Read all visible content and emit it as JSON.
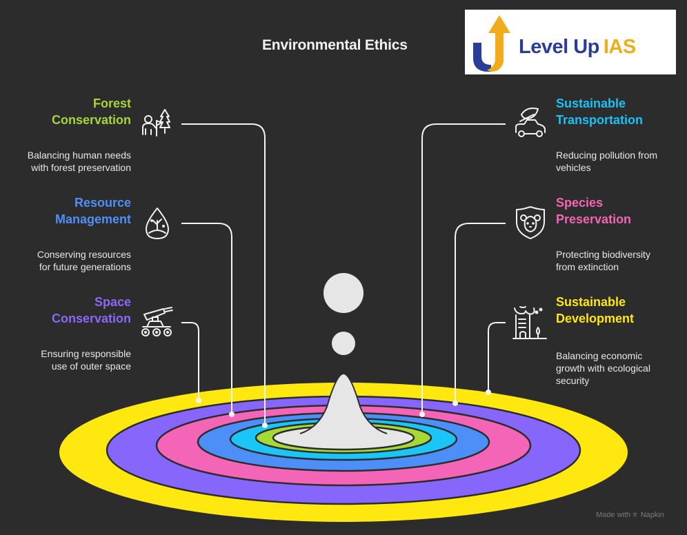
{
  "title": "Environmental Ethics",
  "logo": {
    "text_main": "Level Up",
    "text_accent": "IAS",
    "colors": {
      "blue": "#2a3e97",
      "gold": "#f0ac1b"
    }
  },
  "items_left": [
    {
      "title_line1": "Forest",
      "title_line2": "Conservation",
      "desc_line1": "Balancing human needs",
      "desc_line2": "with forest preservation",
      "icon": "person-with-tree-icon",
      "color": "#a5d63a"
    },
    {
      "title_line1": "Resource",
      "title_line2": "Management",
      "desc_line1": "Conserving resources",
      "desc_line2": "for future generations",
      "icon": "water-drop-plant-icon",
      "color": "#4f8ff7"
    },
    {
      "title_line1": "Space",
      "title_line2": "Conservation",
      "desc_line1": "Ensuring responsible",
      "desc_line2": "use of outer space",
      "icon": "space-rover-icon",
      "color": "#8a68f8"
    }
  ],
  "items_right": [
    {
      "title_line1": "Sustainable",
      "title_line2": "Transportation",
      "desc_line1": "Reducing pollution from",
      "desc_line2": "vehicles",
      "icon": "car-with-leaf-icon",
      "color": "#1bc3f5"
    },
    {
      "title_line1": "Species",
      "title_line2": "Preservation",
      "desc_line1": "Protecting biodiversity",
      "desc_line2": "from extinction",
      "icon": "shield-bear-icon",
      "color": "#f464b7"
    },
    {
      "title_line1": "Sustainable",
      "title_line2": "Development",
      "desc_line1": "Balancing economic",
      "desc_line2": "growth with ecological",
      "desc_line3": "security",
      "icon": "building-with-tree-icon",
      "color": "#ffe80f"
    }
  ],
  "rings": [
    {
      "name": "Sustainable Development",
      "color": "#ffe80f"
    },
    {
      "name": "Space Conservation",
      "color": "#8766fb"
    },
    {
      "name": "Species Preservation",
      "color": "#f464b7"
    },
    {
      "name": "Resource Management",
      "color": "#4d8ff8"
    },
    {
      "name": "Sustainable Transportation",
      "color": "#1bc5f8"
    },
    {
      "name": "Forest Conservation",
      "color": "#a6d936"
    },
    {
      "name": "Center",
      "color": "#e6e6e6"
    }
  ],
  "footer": {
    "made_with": "Made with",
    "brand": "Napkin"
  }
}
